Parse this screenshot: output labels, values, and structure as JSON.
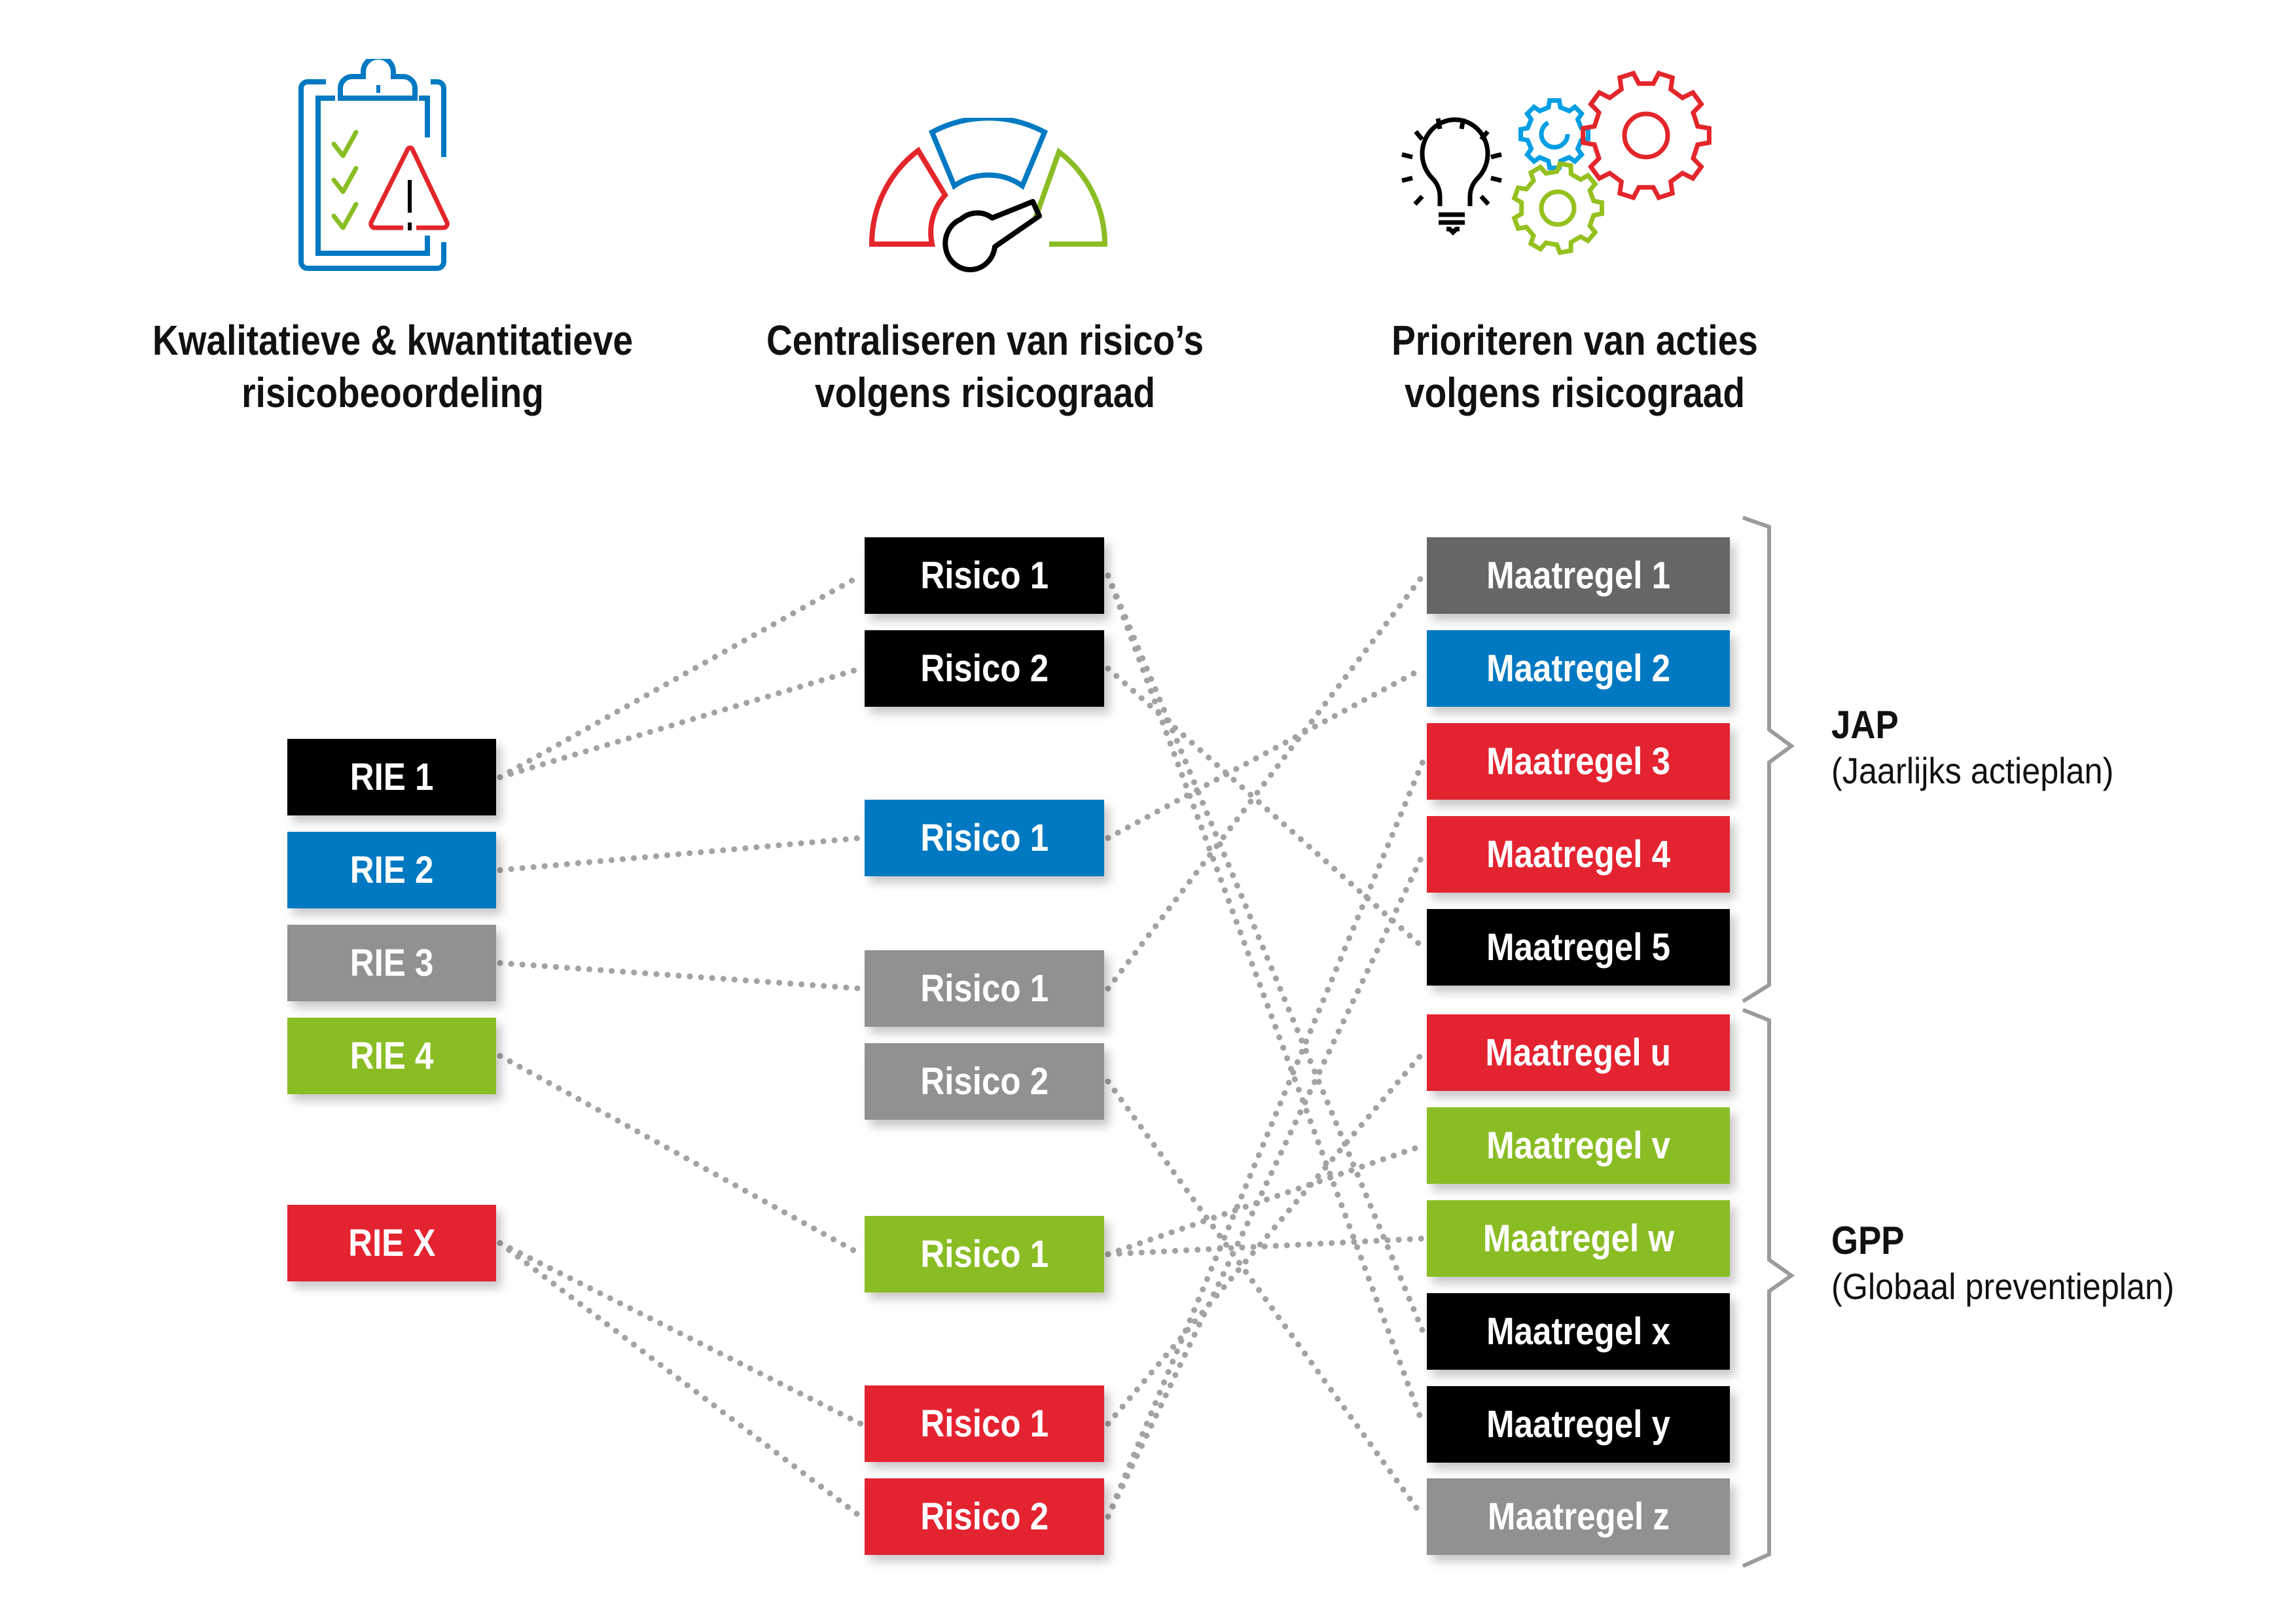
{
  "colors": {
    "black": "#000000",
    "blue": "#0079C2",
    "gray": "#919191",
    "darkgray": "#666666",
    "green": "#8ABD24",
    "red": "#E42331",
    "connector": "#A3A3A3",
    "bracket": "#9B9B9B",
    "icon_blue": "#0079C2",
    "icon_lightblue": "#009FE3",
    "icon_red": "#E3262B",
    "icon_green": "#95C11F"
  },
  "columns": [
    {
      "icon": "clipboard-warning-icon",
      "title_lines": [
        "Kwalitatieve & kwantitatieve",
        "risicobeoordeling"
      ]
    },
    {
      "icon": "gauge-icon",
      "title_lines": [
        "Centraliseren van risico’s",
        "volgens risicograad"
      ]
    },
    {
      "icon": "lightbulb-gears-icon",
      "title_lines": [
        "Prioriteren van acties",
        "volgens risicograad"
      ]
    }
  ],
  "rie": [
    {
      "id": "rie1",
      "label": "RIE 1",
      "color": "black"
    },
    {
      "id": "rie2",
      "label": "RIE 2",
      "color": "blue"
    },
    {
      "id": "rie3",
      "label": "RIE 3",
      "color": "gray"
    },
    {
      "id": "rie4",
      "label": "RIE 4",
      "color": "green"
    },
    {
      "id": "riex",
      "label": "RIE X",
      "color": "red"
    }
  ],
  "risks": [
    {
      "id": "r_black_1",
      "label": "Risico 1",
      "color": "black"
    },
    {
      "id": "r_black_2",
      "label": "Risico 2",
      "color": "black"
    },
    {
      "id": "r_blue_1",
      "label": "Risico 1",
      "color": "blue"
    },
    {
      "id": "r_gray_1",
      "label": "Risico 1",
      "color": "gray"
    },
    {
      "id": "r_gray_2",
      "label": "Risico 2",
      "color": "gray"
    },
    {
      "id": "r_green_1",
      "label": "Risico 1",
      "color": "green"
    },
    {
      "id": "r_red_1",
      "label": "Risico 1",
      "color": "red"
    },
    {
      "id": "r_red_2",
      "label": "Risico 2",
      "color": "red"
    }
  ],
  "measures": [
    {
      "id": "m1",
      "label": "Maatregel 1",
      "color": "darkgray"
    },
    {
      "id": "m2",
      "label": "Maatregel 2",
      "color": "blue"
    },
    {
      "id": "m3",
      "label": "Maatregel 3",
      "color": "red"
    },
    {
      "id": "m4",
      "label": "Maatregel 4",
      "color": "red"
    },
    {
      "id": "m5",
      "label": "Maatregel 5",
      "color": "black"
    },
    {
      "id": "mu",
      "label": "Maatregel u",
      "color": "red"
    },
    {
      "id": "mv",
      "label": "Maatregel v",
      "color": "green"
    },
    {
      "id": "mw",
      "label": "Maatregel w",
      "color": "green"
    },
    {
      "id": "mx",
      "label": "Maatregel x",
      "color": "black"
    },
    {
      "id": "my",
      "label": "Maatregel y",
      "color": "black"
    },
    {
      "id": "mz",
      "label": "Maatregel z",
      "color": "gray"
    }
  ],
  "groups": [
    {
      "abbr": "JAP",
      "full": "(Jaarlijks actieplan)",
      "members": [
        "m1",
        "m2",
        "m3",
        "m4",
        "m5"
      ]
    },
    {
      "abbr": "GPP",
      "full": "(Globaal preventieplan)",
      "members": [
        "mu",
        "mv",
        "mw",
        "mx",
        "my",
        "mz"
      ]
    }
  ],
  "links_rie_to_risk": [
    [
      "rie1",
      "r_black_1"
    ],
    [
      "rie1",
      "r_black_2"
    ],
    [
      "rie2",
      "r_blue_1"
    ],
    [
      "rie3",
      "r_gray_1"
    ],
    [
      "rie4",
      "r_green_1"
    ],
    [
      "riex",
      "r_red_1"
    ],
    [
      "riex",
      "r_red_2"
    ]
  ],
  "links_risk_to_measure": [
    [
      "r_black_1",
      "mx"
    ],
    [
      "r_black_1",
      "my"
    ],
    [
      "r_black_2",
      "m5"
    ],
    [
      "r_blue_1",
      "m2"
    ],
    [
      "r_gray_1",
      "m1"
    ],
    [
      "r_gray_2",
      "mz"
    ],
    [
      "r_green_1",
      "mv"
    ],
    [
      "r_green_1",
      "mw"
    ],
    [
      "r_red_1",
      "mu"
    ],
    [
      "r_red_2",
      "m3"
    ],
    [
      "r_red_2",
      "m4"
    ]
  ]
}
